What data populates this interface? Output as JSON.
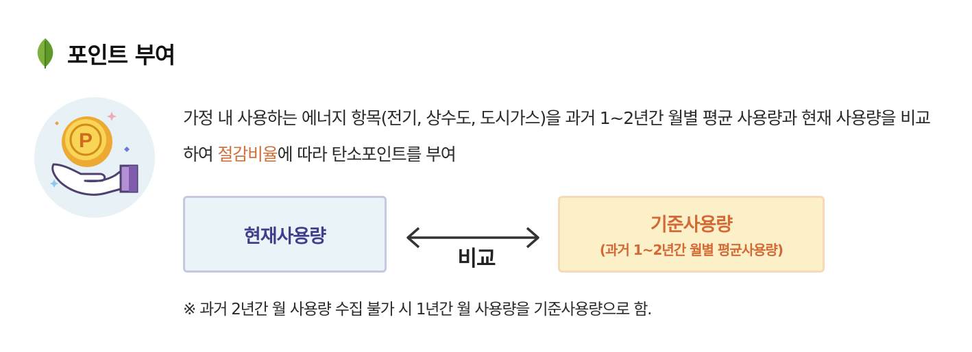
{
  "section": {
    "title": "포인트 부여",
    "icon": "leaf-icon",
    "illustration_icon": "hand-point-coin-icon",
    "coin_letter": "P"
  },
  "description": {
    "part1": "가정 내 사용하는 에너지 항목(전기, 상수도, 도시가스)을 과거 1~2년간 월별 평균 사용량과 현재 사용량을 비교하여 ",
    "highlight": "절감비율",
    "part2": "에 따라 탄소포인트를 부여"
  },
  "comparison": {
    "current_label": "현재사용량",
    "compare_label": "비교",
    "base_label": "기준사용량",
    "base_sub": "(과거 1~2년간 월별 평균사용량)",
    "arrow_icon": "double-arrow-icon"
  },
  "note": "※ 과거 2년간 월 사용량 수집 불가 시 1년간 월 사용량을 기준사용량으로 함.",
  "colors": {
    "highlight": "#d0703b",
    "current_box_bg": "#eaf3f8",
    "current_box_border": "#c5c8e0",
    "current_text": "#3e3f8a",
    "base_box_bg": "#fbf0c7",
    "base_box_border": "#f6d9b8",
    "base_text": "#d36a36"
  }
}
